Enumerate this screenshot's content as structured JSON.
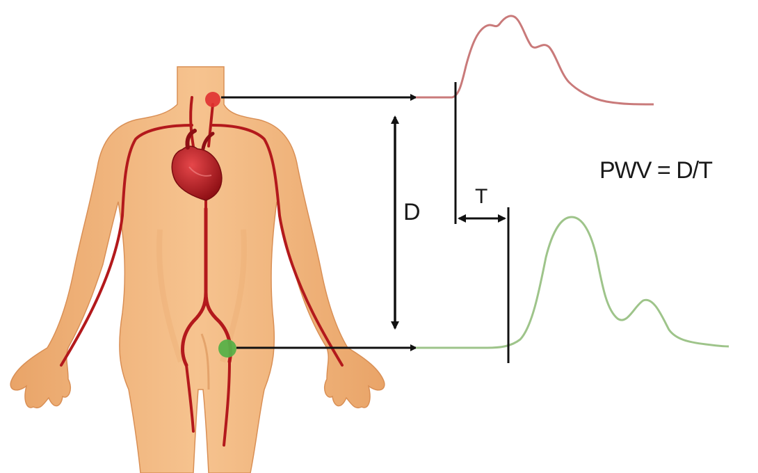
{
  "labels": {
    "distance": "D",
    "transit_time": "T",
    "formula": "PWV = D/T"
  },
  "colors": {
    "skin": "#f3b882",
    "skin_shadow": "#e49a5e",
    "artery": "#b3191c",
    "heart": "#c41a1f",
    "carotid_marker": "#e03030",
    "femoral_marker": "#59b048",
    "carotid_wave": "#c97a7a",
    "femoral_wave": "#9ec48a",
    "lines": "#111111"
  },
  "icons": [
    "heart-icon",
    "carotid-point-icon",
    "femoral-point-icon"
  ]
}
